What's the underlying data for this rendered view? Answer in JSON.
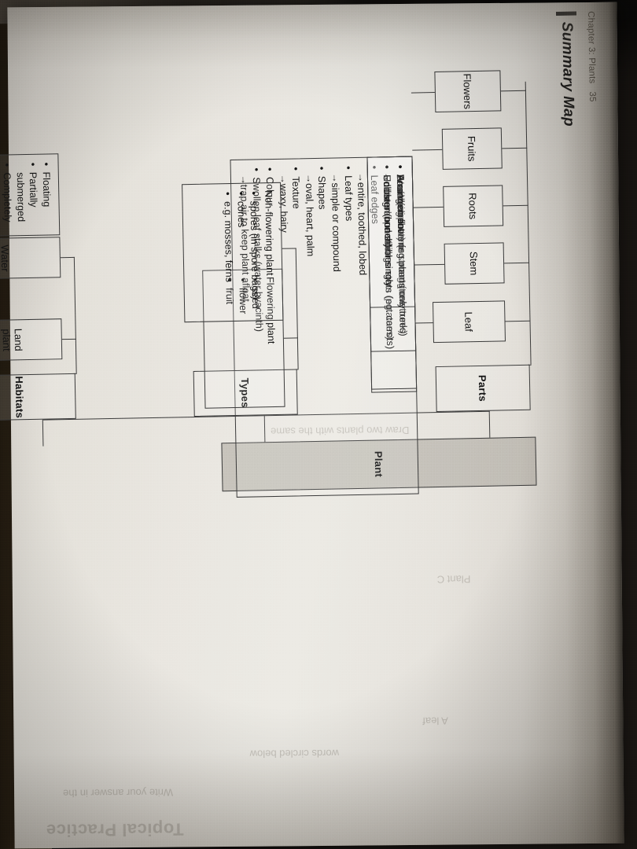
{
  "photo": {
    "description": "photograph of an open textbook page, page rotated 90 degrees clockwise"
  },
  "page": {
    "running_head": "Chapter 3: Plants",
    "page_number": "35",
    "title": "Summary Map",
    "bleed_through": [
      "Topical Practice",
      "Write your answer in the",
      "Plant C",
      "words circled below",
      "A leaf",
      "Draw two plants with the same"
    ]
  },
  "diagram": {
    "root": {
      "label": "Plant"
    },
    "branches": [
      {
        "label": "Parts"
      },
      {
        "label": "Types"
      },
      {
        "label": "Habitats"
      }
    ],
    "parts": [
      {
        "label": "Leaf",
        "details": [
          {
            "text": "Leaf vein patterns",
            "sub": false
          },
          {
            "text": "network, parallel",
            "sub": true
          },
          {
            "text": "Leaf edges",
            "sub": false
          },
          {
            "text": "entire, toothed, lobed",
            "sub": true
          },
          {
            "text": "Leaf types",
            "sub": false
          },
          {
            "text": "simple or compound",
            "sub": true
          },
          {
            "text": "Shapes",
            "sub": false
          },
          {
            "text": "oval, heart, palm",
            "sub": true
          },
          {
            "text": "Texture",
            "sub": false
          },
          {
            "text": "waxy, hairy",
            "sub": true
          },
          {
            "text": "Colour",
            "sub": false
          },
          {
            "text": "Swollen leaf stalks (water hyacinth)",
            "sub": false
          },
          {
            "text": "trap air to keep plant afloat",
            "sub": true
          }
        ]
      },
      {
        "label": "Stem",
        "details": [
          {
            "text": "Weak (climber) or strong (tree trunk)",
            "sub": false
          },
          {
            "text": "Underground storage stem (potatoes)",
            "sub": false
          }
        ]
      },
      {
        "label": "Roots",
        "details": [
          {
            "text": "Breathing roots (eg. mangrove trees)",
            "sub": false
          },
          {
            "text": "Underground storage roots (eg. carrots)",
            "sub": false
          }
        ]
      },
      {
        "label": "Fruits",
        "details": [
          {
            "text": "Found on flowering plants only",
            "sub": false
          },
          {
            "text": "Edible or non-edible",
            "sub": false
          }
        ]
      },
      {
        "label": "Flowers",
        "details": [
          {
            "text": "Arrangement",
            "sub": false
          },
          {
            "text": "cluster (bunch) or singly",
            "sub": true
          }
        ]
      }
    ],
    "types": [
      {
        "label": "Flowering plant",
        "details": [
          {
            "text": "seed",
            "sub": false
          },
          {
            "text": "flower",
            "sub": false
          },
          {
            "text": "fruit",
            "sub": false
          }
        ]
      },
      {
        "label": "Non-flowering plant",
        "details": [
          {
            "text": "spores (in spore bags)",
            "sub": false
          },
          {
            "text": "cones",
            "sub": false
          },
          {
            "text": "e.g. mosses, ferns",
            "sub": false
          }
        ]
      }
    ],
    "habitats": [
      {
        "label": "Land plant",
        "details": []
      },
      {
        "label": "Water plant or aquatic plant",
        "details": [
          {
            "text": "Floating",
            "sub": false
          },
          {
            "text": "Partially submerged",
            "sub": false
          },
          {
            "text": "Completely submerged",
            "sub": false
          }
        ]
      }
    ]
  },
  "colors": {
    "ink": "#1a1a1a",
    "line": "#3a3a3a",
    "paper": "#e9e6e0",
    "shaded_node": "#968d88"
  }
}
